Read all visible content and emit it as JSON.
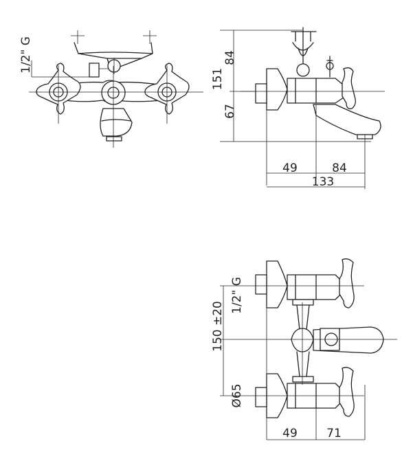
{
  "dimensions": {
    "thread_front": "1/2\" G",
    "height_total": "151",
    "height_upper": "84",
    "height_lower": "67",
    "depth_body": "49",
    "depth_spout": "84",
    "depth_total": "133",
    "thread_plan": "1/2\" G",
    "centers": "150 ±20",
    "flange_diameter": "Ø65",
    "plan_body": "49",
    "plan_handle": "71"
  }
}
